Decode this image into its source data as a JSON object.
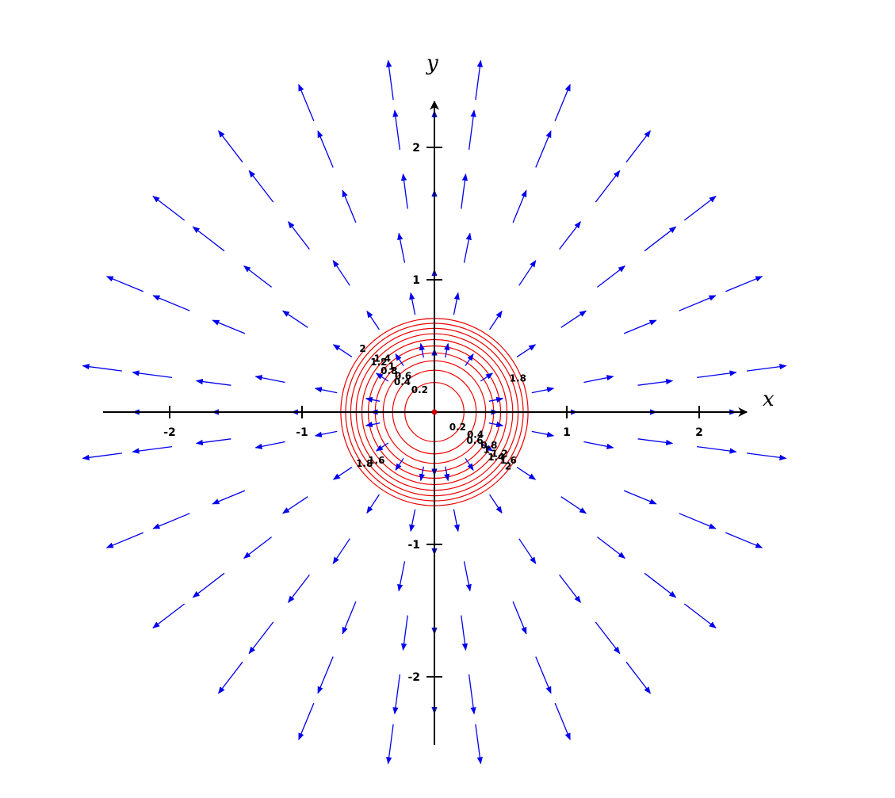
{
  "chart_data": {
    "type": "vector-field-with-contours",
    "field": {
      "expression_shown": "radial outward vectors",
      "color": "#0000ee"
    },
    "contours": {
      "color": "#ee0000",
      "levels": [
        0.2,
        0.4,
        0.6,
        0.8,
        1,
        1.2,
        1.4,
        1.6,
        1.8,
        2
      ]
    },
    "contour_label_sets": [
      {
        "side": "upper-left",
        "labels": [
          "2",
          "1.4",
          "1.2",
          "1",
          "0.8",
          "0.6",
          "0.4",
          "0.2"
        ]
      },
      {
        "side": "right",
        "labels": [
          "1.8"
        ]
      },
      {
        "side": "lower-right",
        "labels": [
          "0.2",
          "0.4",
          "0.6",
          "0.8",
          "1",
          "1.2",
          "1.4",
          "1.6",
          "2"
        ]
      },
      {
        "side": "lower-left",
        "labels": [
          "1.8",
          "1.6"
        ]
      }
    ],
    "axes": {
      "x_title": "x",
      "y_title": "y",
      "xlim": [
        -2.5,
        2.5
      ],
      "ylim": [
        -2.5,
        2.5
      ],
      "x_ticks": [
        -2,
        -1,
        1,
        2
      ],
      "y_ticks": [
        2,
        1,
        -1,
        -2
      ],
      "x_tick_labels": [
        "-2",
        "-1",
        "1",
        "2"
      ],
      "y_tick_labels": [
        "2",
        "1",
        "-1",
        "-2"
      ],
      "axis_color": "#000000"
    },
    "origin_marker_color": "#cc0000",
    "grid": false
  }
}
